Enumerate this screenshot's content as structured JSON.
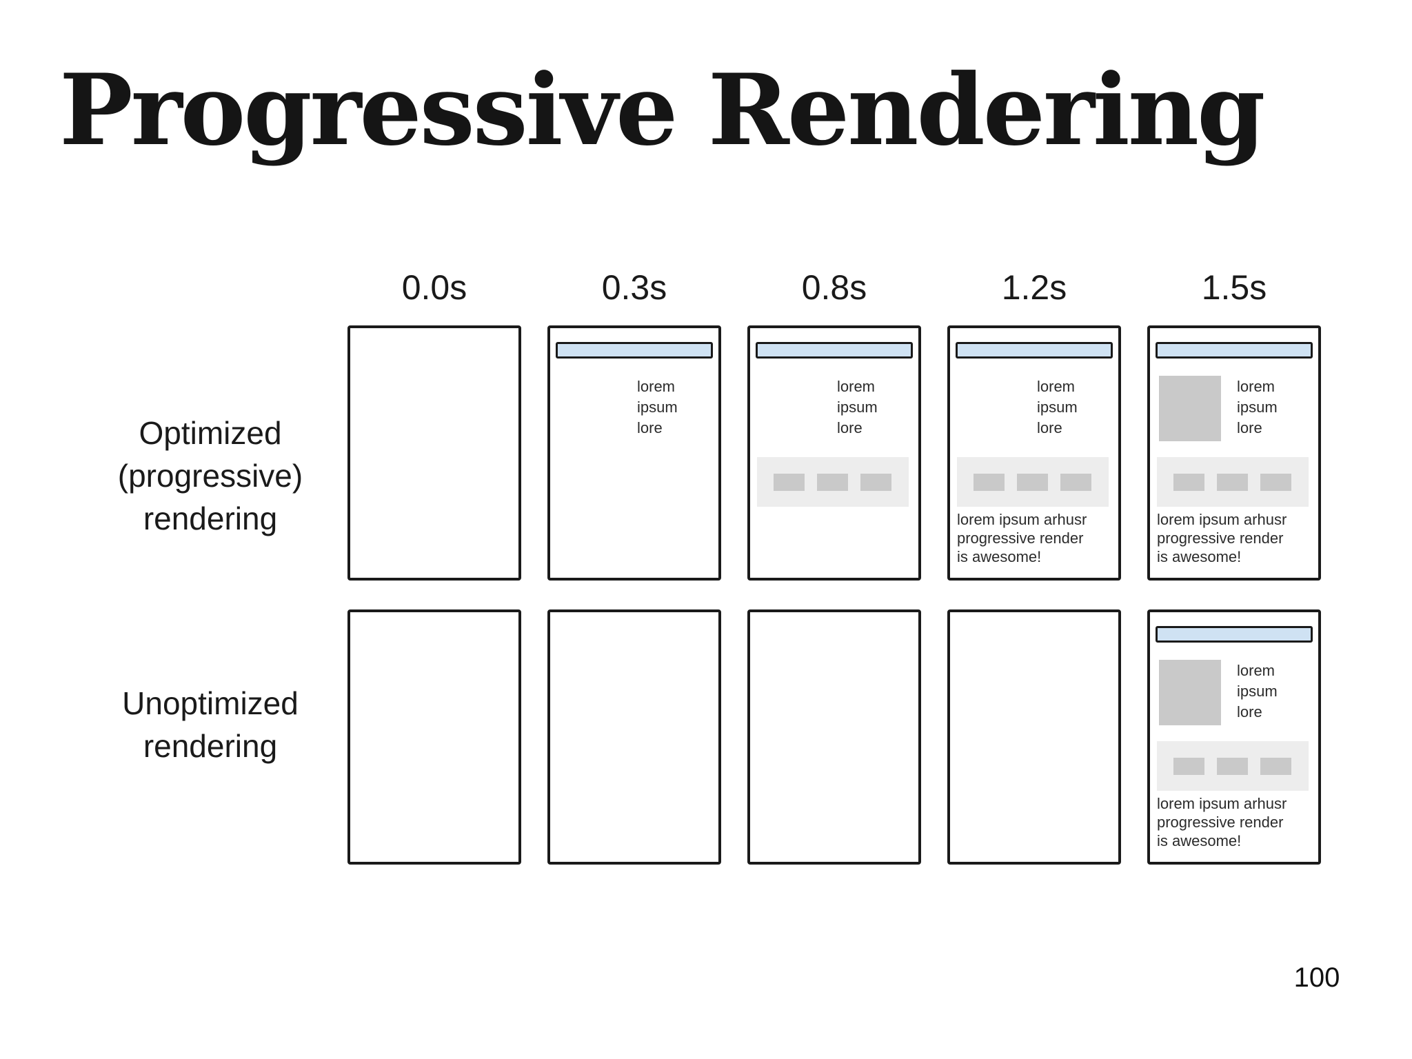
{
  "slide": {
    "title": "Progressive Rendering",
    "page_number": "100"
  },
  "timeline": {
    "labels": [
      "0.0s",
      "0.3s",
      "0.8s",
      "1.2s",
      "1.5s"
    ]
  },
  "row_labels": {
    "optimized": "Optimized\n(progressive)\nrendering",
    "unoptimized": "Unoptimized\nrendering"
  },
  "mockup": {
    "nav_text": "lorem\nipsum\nlore",
    "paragraph": "lorem ipsum arhusr\nprogressive render\nis awesome!",
    "colors": {
      "border": "#1a1a1a",
      "header_bar_fill": "#cfe2f3",
      "image_placeholder": "#c9c9c9",
      "band_background": "#ededed",
      "band_item": "#c9c9c9",
      "text": "#2b2b2b"
    }
  }
}
